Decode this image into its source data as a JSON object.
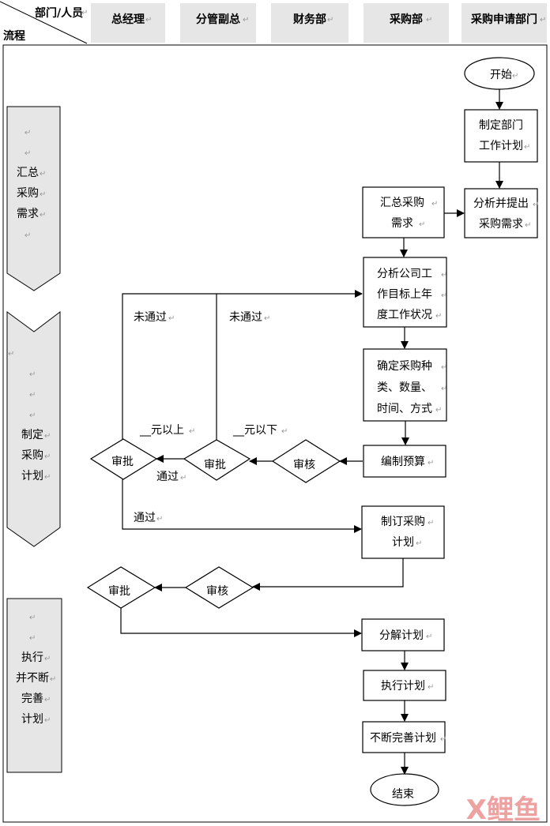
{
  "header": {
    "corner_top": "部门/人员",
    "corner_bottom": "流程",
    "columns": [
      "总经理",
      "分管副总",
      "财务部",
      "采购部",
      "采购申请部门"
    ]
  },
  "phases": [
    {
      "lines": [
        "",
        "",
        "汇总",
        "采购",
        "需求",
        ""
      ]
    },
    {
      "lines": [
        "",
        "",
        "",
        "",
        "制定",
        "采购",
        "计划"
      ]
    },
    {
      "lines": [
        "",
        "",
        "执行",
        "并不断",
        "完善",
        "计划"
      ]
    }
  ],
  "nodes": {
    "start": "开始",
    "make_plan": [
      "制定部门",
      "工作计划"
    ],
    "analyze_need": [
      "分析并提出",
      "采购需求"
    ],
    "collect_need": [
      "汇总采购",
      "需求"
    ],
    "analyze_company": [
      "分析公司工",
      "作目标上年",
      "度工作状况"
    ],
    "determine": [
      "确定采购种",
      "类、数量、",
      "时间、方式"
    ],
    "budget": "编制预算",
    "review1": "审核",
    "approve1": "审批",
    "approve2": "审批",
    "set_plan": [
      "制订采购",
      "计划"
    ],
    "review2": "审核",
    "approve3": "审批",
    "decompose": "分解计划",
    "execute": "执行计划",
    "improve": "不断完善计划",
    "end": "结束"
  },
  "labels": {
    "not_pass_1": "未通过",
    "not_pass_2": "未通过",
    "above": "__元以上",
    "below": "__元以下",
    "pass_1": "通过",
    "pass_2": "通过"
  },
  "return_mark": "↵",
  "watermark": "X鲤鱼"
}
